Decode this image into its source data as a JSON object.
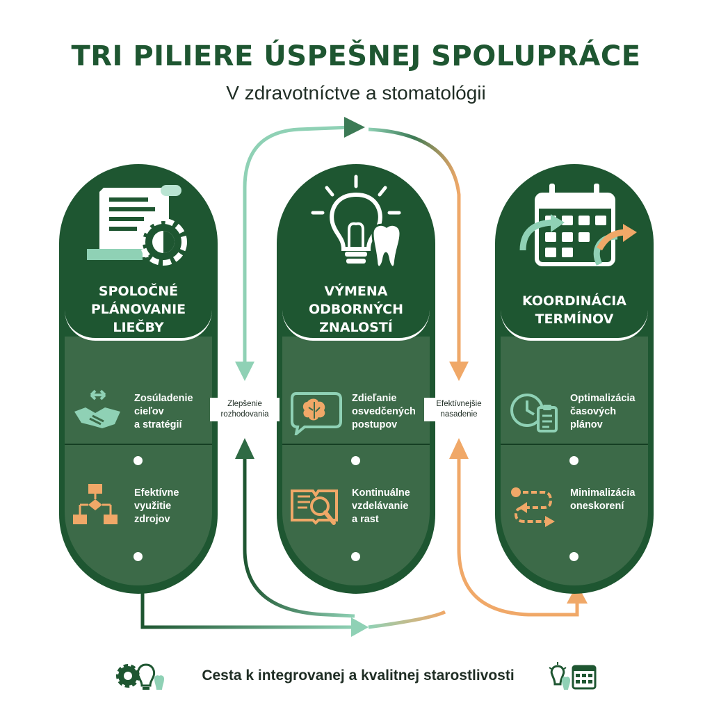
{
  "header": {
    "title": "TRI PILIERE ÚSPEŠNEJ SPOLUPRÁCE",
    "subtitle": "V zdravotníctve a stomatológii"
  },
  "pillars": [
    {
      "title_lines": [
        "SPOLOČNÉ",
        "PLÁNOVANIE",
        "LIEČBY"
      ],
      "icon": "document-gear-icon",
      "items": [
        {
          "icon": "handshake-icon",
          "lines": [
            "Zosúladenie",
            "cieľov",
            "a stratégií"
          ]
        },
        {
          "icon": "flowchart-icon",
          "lines": [
            "Efektívne",
            "využitie",
            "zdrojov"
          ]
        }
      ]
    },
    {
      "title_lines": [
        "VÝMENA",
        "ODBORNÝCH",
        "ZNALOSTÍ"
      ],
      "icon": "lightbulb-tooth-icon",
      "items": [
        {
          "icon": "brain-speech-icon",
          "lines": [
            "Zdieľanie",
            "osvedčených",
            "postupov"
          ]
        },
        {
          "icon": "book-magnifier-icon",
          "lines": [
            "Kontinuálne",
            "vzdelávanie",
            "a rast"
          ]
        }
      ]
    },
    {
      "title_lines": [
        "KOORDINÁCIA",
        "TERMÍNOV"
      ],
      "icon": "calendar-arrows-icon",
      "items": [
        {
          "icon": "clock-clipboard-icon",
          "lines": [
            "Optimalizácia",
            "časových",
            "plánov"
          ]
        },
        {
          "icon": "route-arrows-icon",
          "lines": [
            "Minimalizácia",
            "oneskorení"
          ]
        }
      ]
    }
  ],
  "connectors": [
    {
      "lines": [
        "Zlepšenie",
        "rozhodovania"
      ]
    },
    {
      "lines": [
        "Efektívnejšie",
        "nasadenie"
      ]
    }
  ],
  "footer": {
    "text": "Cesta k integrovanej a kvalitnej starostlivosti",
    "left_icon": "gear-lightbulb-icon",
    "right_icon": "lightbulb-calendar-icon"
  },
  "colors": {
    "dark_green": "#1e5631",
    "mid_green": "#3c6a48",
    "mint": "#8fd1b5",
    "orange": "#f0a868",
    "text": "#1f2d24"
  }
}
